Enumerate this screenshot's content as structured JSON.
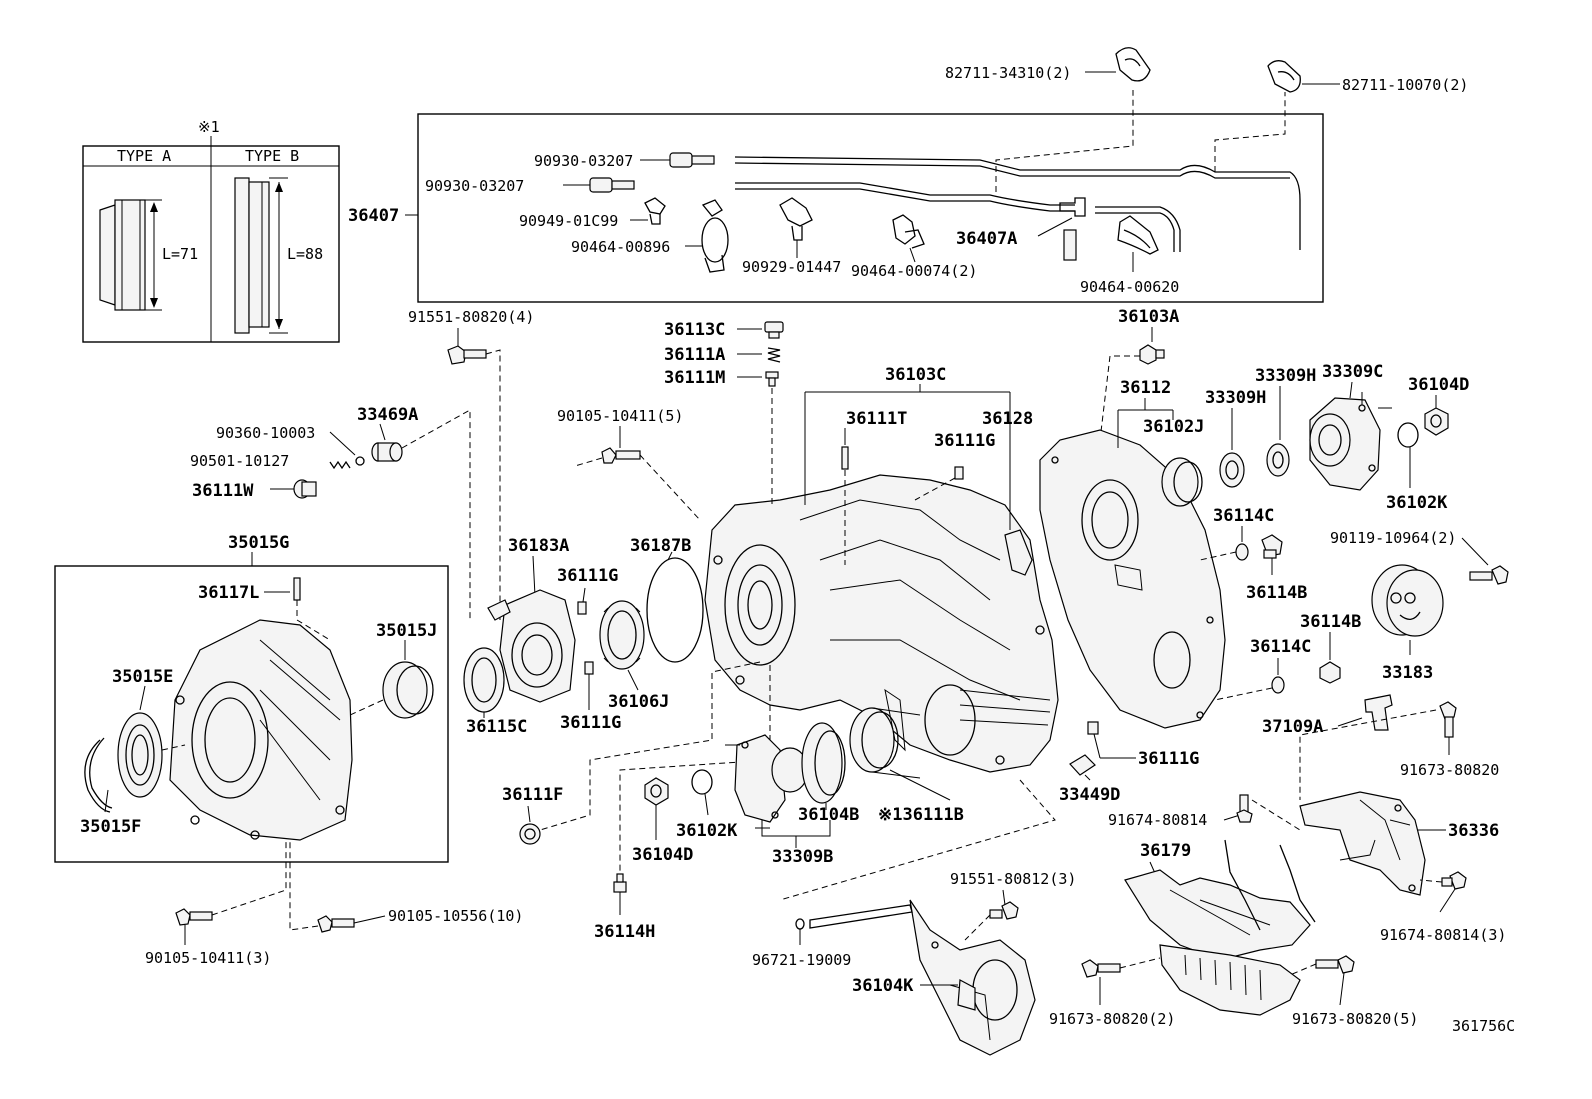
{
  "diagram_id": "361756C",
  "note_mark": "※1",
  "types": {
    "type_a": {
      "label": "TYPE A",
      "length": "L=71"
    },
    "type_b": {
      "label": "TYPE B",
      "length": "L=88"
    }
  },
  "labels": {
    "p82711_34310": "82711-34310(2)",
    "p82711_10070": "82711-10070(2)",
    "p90930_03207a": "90930-03207",
    "p90930_03207b": "90930-03207",
    "p90949_01c99": "90949-01C99",
    "p90464_00896": "90464-00896",
    "p90929_01447": "90929-01447",
    "p90464_00074": "90464-00074(2)",
    "p36407a": "36407A",
    "p90464_00620": "90464-00620",
    "p36407": "36407",
    "p91551_80820": "91551-80820(4)",
    "p36113c": "36113C",
    "p36111a": "36111A",
    "p36111m": "36111M",
    "p36103a": "36103A",
    "p36103c": "36103C",
    "p36112": "36112",
    "p33309h_a": "33309H",
    "p33309h_b": "33309H",
    "p33309c": "33309C",
    "p36104d_a": "36104D",
    "p90360_10003": "90360-10003",
    "p33469a": "33469A",
    "p90501_10127": "90501-10127",
    "p36111w": "36111W",
    "p90105_10411_5": "90105-10411(5)",
    "p36111t": "36111T",
    "p36128": "36128",
    "p36111g_a": "36111G",
    "p36102j": "36102J",
    "p36102k_a": "36102K",
    "p35015g": "35015G",
    "p36183a": "36183A",
    "p36187b": "36187B",
    "p36111g_b": "36111G",
    "p36114c_a": "36114C",
    "p90119_10964": "90119-10964(2)",
    "p36117l": "36117L",
    "p35015j": "35015J",
    "p36114b_a": "36114B",
    "p36114b_b": "36114B",
    "p35015e": "35015E",
    "p36114c_b": "36114C",
    "p33183": "33183",
    "p36115c": "36115C",
    "p36111g_c": "36111G",
    "p36106j": "36106J",
    "p37109a": "37109A",
    "p91673_80820_a": "91673-80820",
    "p36111g_d": "36111G",
    "p36111f": "36111F",
    "p33449d": "33449D",
    "p35015f": "35015F",
    "p36102k_b": "36102K",
    "p36104b": "36104B",
    "p36111b": "※136111B",
    "p91674_80814_a": "91674-80814",
    "p36336": "36336",
    "p36104d_b": "36104D",
    "p33309b": "33309B",
    "p36179": "36179",
    "p91551_80812": "91551-80812(3)",
    "p91674_80814_3": "91674-80814(3)",
    "p36114h": "36114H",
    "p90105_10556": "90105-10556(10)",
    "p90105_10411_3": "90105-10411(3)",
    "p96721_19009": "96721-19009",
    "p36104k": "36104K",
    "p91673_80820_2": "91673-80820(2)",
    "p91673_80820_5": "91673-80820(5)"
  }
}
